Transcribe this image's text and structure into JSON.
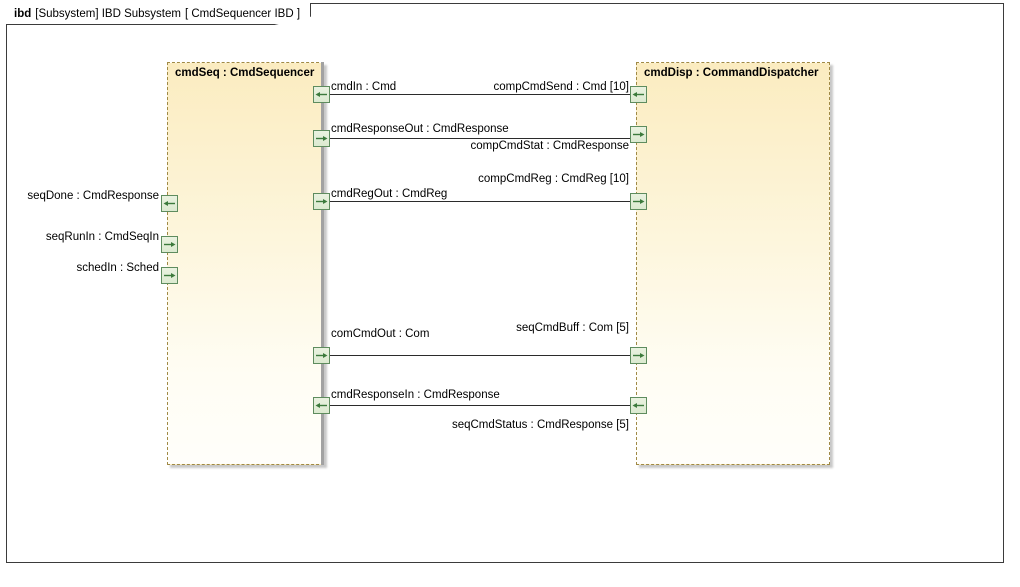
{
  "frame": {
    "keyword": "ibd",
    "qualifier": "[Subsystem] IBD Subsystem",
    "tab_label": "[ CmdSequencer IBD ]"
  },
  "colors": {
    "part_fill_top": "#fbecc0",
    "part_fill_bottom": "#fffefa",
    "part_border": "#a08a46",
    "port_fill": "#e3eed7",
    "port_border": "#5e8c5e",
    "port_arrow": "#3c7a3c",
    "connector": "#2b2b2b",
    "frame_border": "#3b3b3b"
  },
  "parts": [
    {
      "name": "cmdSeq : CmdSequencer",
      "id": "cmdseq"
    },
    {
      "name": "cmdDisp : CommandDispatcher",
      "id": "cmddisp"
    }
  ],
  "external_ports": [
    {
      "label": "seqDone : CmdResponse",
      "direction": "in"
    },
    {
      "label": "seqRunIn : CmdSeqIn",
      "direction": "out"
    },
    {
      "label": "schedIn : Sched",
      "direction": "out"
    }
  ],
  "connectors": [
    {
      "source_port": "cmdIn : Cmd",
      "source_direction": "in",
      "target_port": "compCmdSend : Cmd [10]",
      "target_direction": "in"
    },
    {
      "source_port": "cmdResponseOut : CmdResponse",
      "source_direction": "out",
      "target_port": "compCmdStat : CmdResponse",
      "target_direction": "out"
    },
    {
      "source_port": "cmdRegOut : CmdReg",
      "source_direction": "out",
      "target_port": "compCmdReg : CmdReg [10]",
      "target_direction": "out"
    },
    {
      "source_port": "comCmdOut : Com",
      "source_direction": "out",
      "target_port": "seqCmdBuff : Com [5]",
      "target_direction": "out"
    },
    {
      "source_port": "cmdResponseIn : CmdResponse",
      "source_direction": "in",
      "target_port": "seqCmdStatus : CmdResponse [5]",
      "target_direction": "in"
    }
  ]
}
